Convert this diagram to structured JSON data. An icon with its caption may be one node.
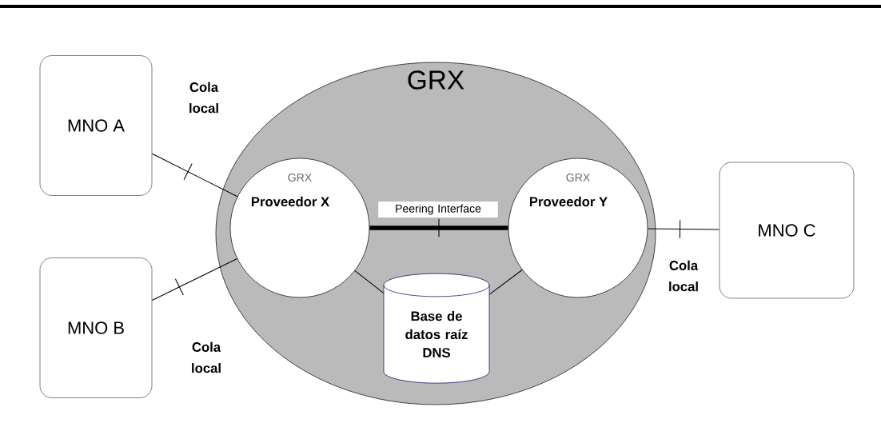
{
  "diagram": {
    "nodes": [
      {
        "text": [
          "GRX"
        ]
      },
      {
        "text": [
          "MNO A"
        ]
      },
      {
        "text": [
          "MNO B"
        ]
      },
      {
        "text": [
          "GRX",
          "Proveedor X"
        ],
        "in": 0
      },
      {
        "text": [
          "GRX",
          "Proveedor Y"
        ],
        "in": 0
      },
      {
        "text": [
          "Base de datos raíz DNS"
        ],
        "in": 0
      },
      {
        "text": [
          "MNO C"
        ]
      }
    ],
    "edges": [
      {
        "from": 1,
        "to": 3,
        "arrow": "none",
        "label": "Cola local"
      },
      {
        "from": 2,
        "to": 3,
        "arrow": "none",
        "label": "Cola local"
      },
      {
        "from": 3,
        "to": 4,
        "arrow": "none",
        "label": "Peering Interface",
        "style": "thick"
      },
      {
        "from": 4,
        "to": 6,
        "arrow": "none",
        "label": "Cola local"
      },
      {
        "from": 3,
        "to": 5,
        "arrow": "none"
      },
      {
        "from": 4,
        "to": 5,
        "arrow": "none"
      }
    ]
  }
}
